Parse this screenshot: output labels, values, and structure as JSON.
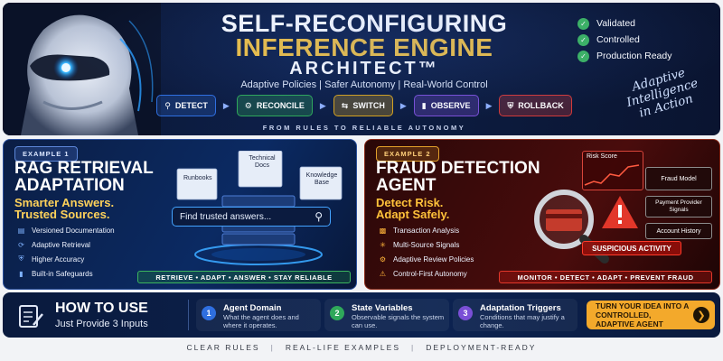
{
  "hero": {
    "title_line1": "SELF-RECONFIGURING",
    "title_line2": "INFERENCE ENGINE",
    "title_line3": "ARCHITECT™",
    "subtitle": "Adaptive Policies  |  Safer Autonomy  |  Real-World Control",
    "steps": [
      {
        "label": "DETECT",
        "icon": "search-icon",
        "color": "#2f6fe0"
      },
      {
        "label": "RECONCILE",
        "icon": "gear-icon",
        "color": "#2fa85a"
      },
      {
        "label": "SWITCH",
        "icon": "swap-icon",
        "color": "#d6a21e"
      },
      {
        "label": "OBSERVE",
        "icon": "bar-chart-icon",
        "color": "#7a4fd6"
      },
      {
        "label": "ROLLBACK",
        "icon": "shield-icon",
        "color": "#d23a3a"
      }
    ],
    "tagline": "FROM RULES TO RELIABLE AUTONOMY",
    "checks": [
      "Validated",
      "Controlled",
      "Production Ready"
    ],
    "script_lines": [
      "Adaptive",
      "Intelligence",
      "in Action"
    ]
  },
  "example1": {
    "badge": "EXAMPLE 1",
    "title_lines": [
      "RAG RETRIEVAL",
      "ADAPTATION"
    ],
    "subtitle_lines": [
      "Smarter Answers.",
      "Trusted Sources."
    ],
    "docs": [
      "Runbooks",
      "Technical Docs",
      "Knowledge Base"
    ],
    "search_placeholder": "Find trusted answers...",
    "features": [
      {
        "label": "Versioned Documentation",
        "icon": "document-icon"
      },
      {
        "label": "Adaptive Retrieval",
        "icon": "refresh-icon"
      },
      {
        "label": "Higher Accuracy",
        "icon": "shield-icon"
      },
      {
        "label": "Built-in Safeguards",
        "icon": "bars-icon"
      }
    ],
    "pipeline": "RETRIEVE  •  ADAPT  •  ANSWER  •  STAY RELIABLE"
  },
  "example2": {
    "badge": "EXAMPLE 2",
    "title_lines": [
      "FRAUD DETECTION",
      "AGENT"
    ],
    "subtitle_lines": [
      "Detect Risk.",
      "Adapt Safely."
    ],
    "panels": {
      "risk_score": "Risk Score",
      "fraud_model": "Fraud Model",
      "payment_signals": "Payment Provider Signals",
      "account_history": "Account History",
      "alert": "SUSPICIOUS ACTIVITY"
    },
    "features": [
      {
        "label": "Transaction Analysis",
        "icon": "card-icon"
      },
      {
        "label": "Multi-Source Signals",
        "icon": "network-icon"
      },
      {
        "label": "Adaptive Review Policies",
        "icon": "settings-icon"
      },
      {
        "label": "Control-First Autonomy",
        "icon": "warning-icon"
      }
    ],
    "pipeline": "MONITOR  •  DETECT  •  ADAPT  •  PREVENT FRAUD"
  },
  "how_to_use": {
    "title": "HOW TO USE",
    "subtitle": "Just Provide 3 Inputs",
    "inputs": [
      {
        "num": "1",
        "title": "Agent Domain",
        "desc": "What the agent does and where it operates.",
        "color": "#2f6fe0"
      },
      {
        "num": "2",
        "title": "State Variables",
        "desc": "Observable signals the system can use.",
        "color": "#2fa85a"
      },
      {
        "num": "3",
        "title": "Adaptation Triggers",
        "desc": "Conditions that may justify a change.",
        "color": "#7a4fd6"
      }
    ],
    "cta": "TURN YOUR IDEA INTO A CONTROLLED, ADAPTIVE AGENT",
    "cta_icon": "chevron-right-icon"
  },
  "footer": [
    "CLEAR RULES",
    "REAL-LIFE EXAMPLES",
    "DEPLOYMENT-READY"
  ]
}
